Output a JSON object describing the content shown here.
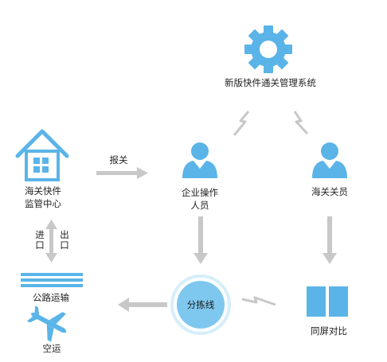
{
  "nodes": {
    "system": {
      "label": "新版快件通关管理系统",
      "icon": "gear-icon"
    },
    "customs_center": {
      "line1": "海关快件",
      "line2": "监管中心",
      "icon": "house-icon"
    },
    "enterprise_operator": {
      "line1": "企业操作",
      "line2": "人员",
      "icon": "person-icon"
    },
    "customs_officer": {
      "label": "海关关员",
      "icon": "person-icon"
    },
    "sorting_line": {
      "label": "分拣线"
    },
    "screen_compare": {
      "label": "同屏对比",
      "icon": "dual-screen-icon"
    },
    "road_transport": {
      "label": "公路运输",
      "icon": "road-icon"
    },
    "air_transport": {
      "label": "空运",
      "icon": "airplane-icon"
    }
  },
  "edges": {
    "declare": {
      "label": "报关"
    },
    "inbound": {
      "label": "进口"
    },
    "outbound": {
      "label": "出口"
    }
  },
  "colors": {
    "accent": "#5ab4e8",
    "arrow": "#c8c8c8",
    "circle_fill": "#7ec8f0"
  }
}
